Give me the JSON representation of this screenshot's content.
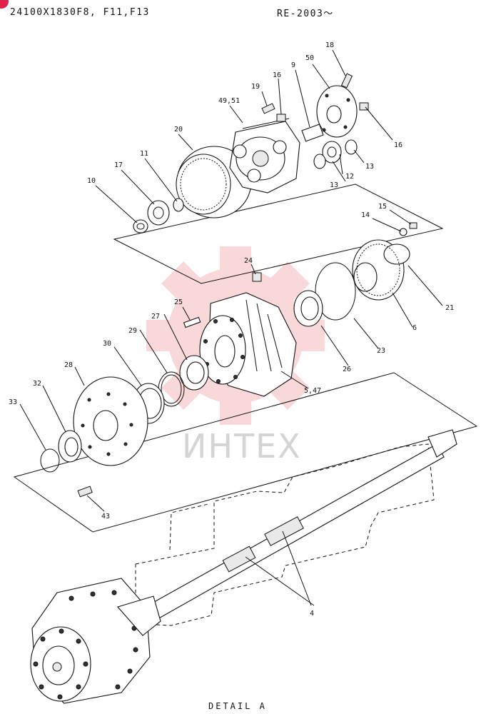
{
  "header": {
    "part_code": "24100X1830F8, F11,F13",
    "serial_range": "RE-2003〜"
  },
  "footer": {
    "caption": "DETAIL  A"
  },
  "watermark": {
    "brand": "ИНТЕХ",
    "color": "#e05050"
  },
  "callouts": {
    "c18": "18",
    "c50": "50",
    "c9": "9",
    "c16a": "16",
    "c19": "19",
    "c4951": "49,51",
    "c16b": "16",
    "c20": "20",
    "c11": "11",
    "c13a": "13",
    "c12": "12",
    "c13b": "13",
    "c17": "17",
    "c10": "10",
    "c15": "15",
    "c14": "14",
    "c24": "24",
    "c21": "21",
    "c25": "25",
    "c6": "6",
    "c27": "27",
    "c29": "29",
    "c23": "23",
    "c30": "30",
    "c26": "26",
    "c547": "5,47",
    "c28": "28",
    "c32": "32",
    "c33": "33",
    "c43": "43",
    "c4": "4"
  }
}
